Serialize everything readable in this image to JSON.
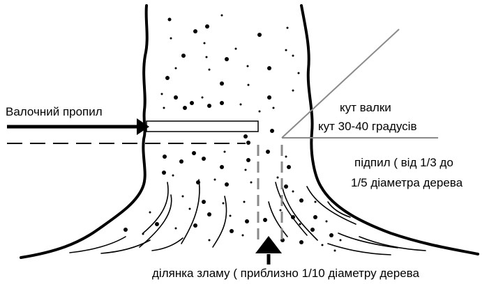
{
  "labels": {
    "felling_cut": "Валочний пропил",
    "felling_angle": "кут валки",
    "angle_degrees": "кут 30-40 градусів",
    "undercut_line1": "підпил ( від 1/3 до",
    "undercut_line2": "1/5 діаметра дерева",
    "hinge": "ділянка зламу ( приблизно 1/10  діаметру дерева"
  },
  "colors": {
    "ink": "#000000",
    "angle_lines": "#8a8a8a",
    "background": "#ffffff"
  },
  "icons": {
    "felling_cut_arrow": "arrow-right-icon",
    "hinge_arrow": "arrow-up-icon"
  }
}
